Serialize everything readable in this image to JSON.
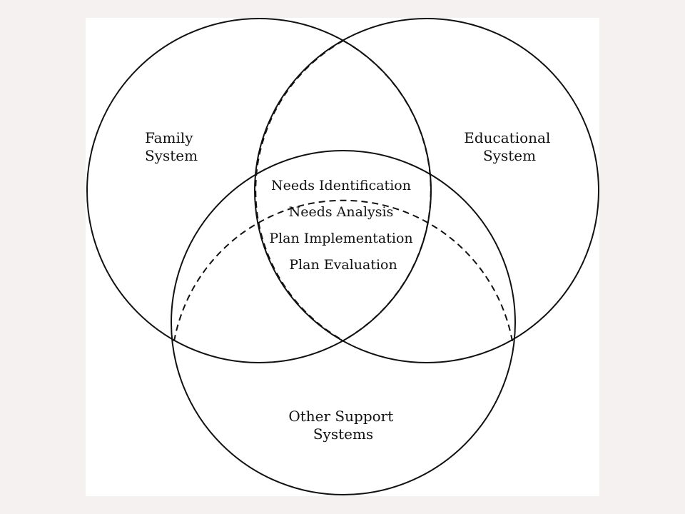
{
  "diagram": {
    "family_system": [
      "Family",
      "System"
    ],
    "educational_system": [
      "Educational",
      "System"
    ],
    "other_support_systems": [
      "Other Support",
      "Systems"
    ],
    "center_steps": [
      "Needs Identification",
      "Needs Analysis",
      "Plan Implementation",
      "Plan Evaluation"
    ]
  },
  "colors": {
    "page_background": "#f5f1f0",
    "panel_background": "#ffffff",
    "stroke": "#111111"
  }
}
